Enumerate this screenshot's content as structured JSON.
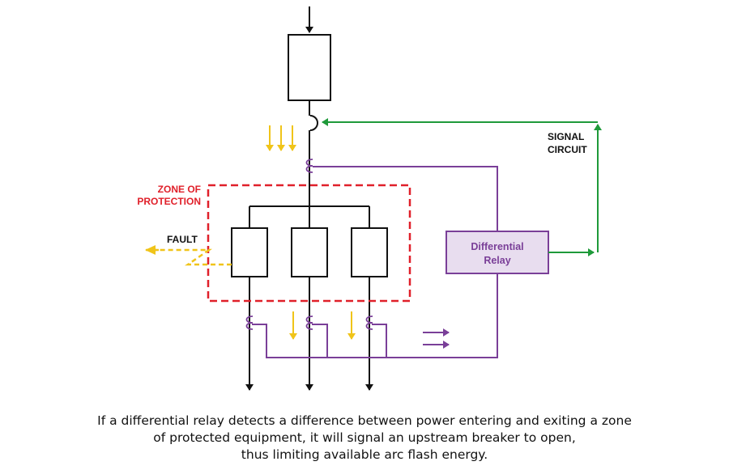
{
  "labels": {
    "zone_line1": "ZONE OF",
    "zone_line2": "PROTECTION",
    "fault": "FAULT",
    "signal_line1": "SIGNAL",
    "signal_line2": "CIRCUIT",
    "relay_line1": "Differential",
    "relay_line2": "Relay"
  },
  "caption": {
    "line1": "If a differential relay detects a difference between power entering and exiting a zone",
    "line2": "of protected equipment, it will signal an upstream breaker to open,",
    "line3": "thus limiting available arc flash energy."
  },
  "colors": {
    "line": "#111111",
    "zone": "#e0202a",
    "fault": "#f0c419",
    "power_flow": "#f0c419",
    "relay": "#7a3f98",
    "relay_fill": "#e8ddef",
    "signal": "#1f9a3a"
  }
}
